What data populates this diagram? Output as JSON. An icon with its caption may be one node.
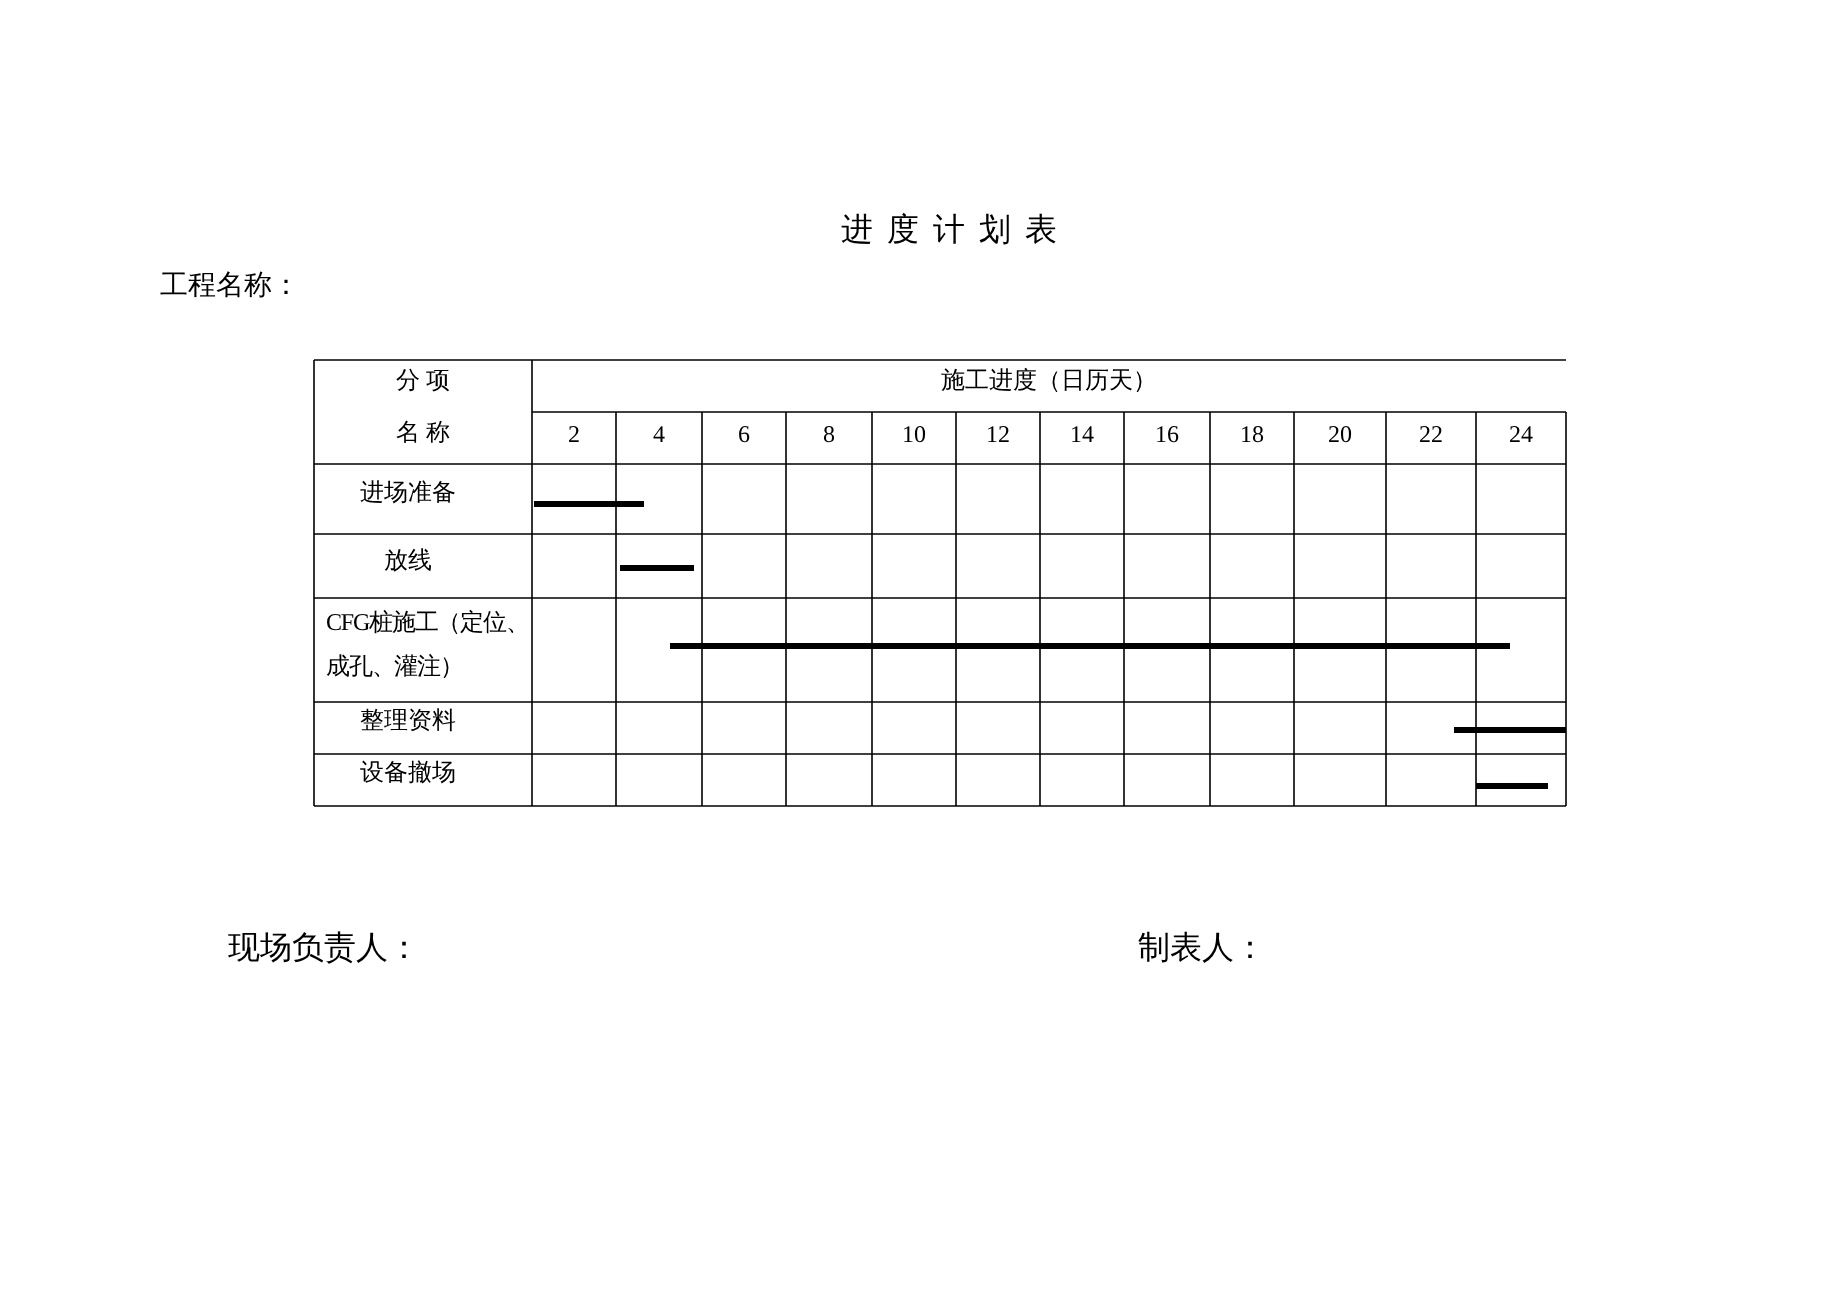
{
  "diagram": {
    "title": "进度计划表",
    "labels": [
      "工程名称：",
      "分 项",
      "施工进度（日历天）",
      "2",
      "4",
      "6",
      "8",
      "10",
      "12",
      "14",
      "16",
      "18",
      "20",
      "22",
      "24",
      "名 称",
      "进场准备",
      "放线",
      "CFG桩施工（定位、成孔、灌注）",
      "整理资料",
      "设备撤场",
      "现场负责人：",
      "制表人："
    ]
  }
}
